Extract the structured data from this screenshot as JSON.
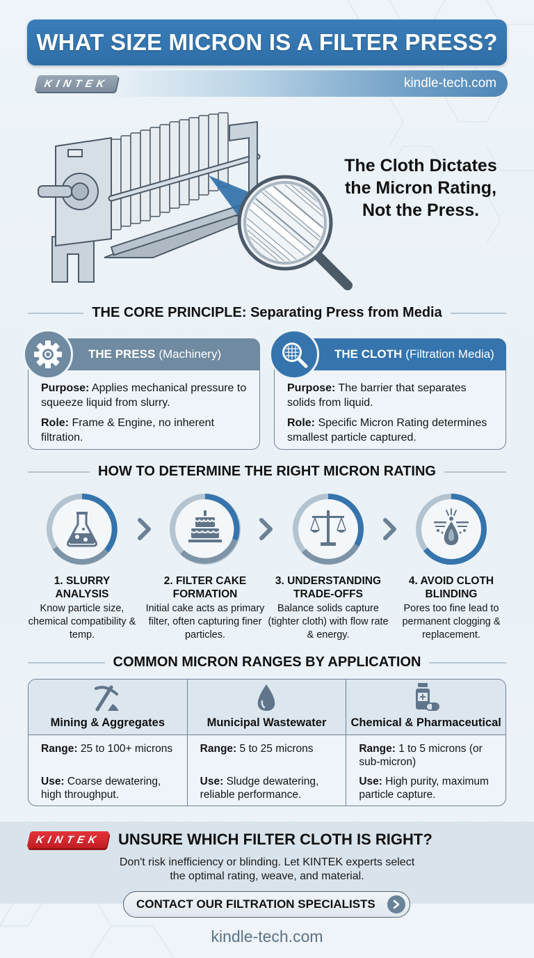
{
  "header": {
    "title": "WHAT SIZE MICRON IS A FILTER PRESS?",
    "brand": "KINTEK",
    "site": "kindle-tech.com"
  },
  "hero": {
    "image": "filter-press-with-magnifying-glass-illustration",
    "headline_line1": "The Cloth Dictates",
    "headline_line2": "the Micron Rating,",
    "headline_line3": "Not the Press."
  },
  "core_principle": {
    "heading": "THE CORE PRINCIPLE: Separating Press from Media",
    "cards": [
      {
        "icon": "gear-icon",
        "title_bold": "THE PRESS",
        "title_rest": "(Machinery)",
        "purpose_label": "Purpose:",
        "purpose_text": "Applies mechanical pressure to squeeze liquid from slurry.",
        "role_label": "Role:",
        "role_text": "Frame & Engine, no inherent filtration.",
        "color": "#6f8aa1"
      },
      {
        "icon": "magnifier-mesh-icon",
        "title_bold": "THE CLOTH",
        "title_rest": "(Filtration Media)",
        "purpose_label": "Purpose:",
        "purpose_text": "The barrier that separates solids from liquid.",
        "role_label": "Role:",
        "role_text": "Specific Micron Rating determines smallest particle captured.",
        "color": "#3574ad"
      }
    ]
  },
  "steps_section": {
    "heading": "HOW TO DETERMINE THE RIGHT MICRON RATING",
    "steps": [
      {
        "icon": "flask-icon",
        "title_line1": "1. SLURRY",
        "title_line2": "ANALYSIS",
        "text": "Know particle size, chemical compatibility & temp."
      },
      {
        "icon": "cake-icon",
        "title_line1": "2. FILTER CAKE",
        "title_line2": "FORMATION",
        "text": "Initial cake acts as primary filter, often capturing finer particles."
      },
      {
        "icon": "balance-scale-icon",
        "title_line1": "3. UNDERSTANDING",
        "title_line2": "TRADE-OFFS",
        "text": "Balance solids capture (tighter cloth) with flow rate & energy."
      },
      {
        "icon": "droplet-clog-icon",
        "title_line1": "4. AVOID CLOTH",
        "title_line2": "BLINDING",
        "text": "Pores too fine lead to permanent clogging & replacement."
      }
    ]
  },
  "applications": {
    "heading": "COMMON MICRON RANGES BY APPLICATION",
    "columns": [
      {
        "icon": "pickaxe-icon",
        "name": "Mining & Aggregates",
        "range_label": "Range:",
        "range": "25 to 100+ microns",
        "use_label": "Use:",
        "use": "Coarse dewatering, high throughput."
      },
      {
        "icon": "water-drop-icon",
        "name": "Municipal Wastewater",
        "range_label": "Range:",
        "range": "5 to 25 microns",
        "use_label": "Use:",
        "use": "Sludge dewatering, reliable performance."
      },
      {
        "icon": "medicine-bottle-icon",
        "name": "Chemical & Pharmaceutical",
        "range_label": "Range:",
        "range": "1 to 5 microns (or sub-micron)",
        "use_label": "Use:",
        "use": "High purity, maximum particle capture."
      }
    ]
  },
  "cta": {
    "brand": "KINTEK",
    "title": "UNSURE WHICH FILTER CLOTH IS RIGHT?",
    "text_line1": "Don't risk inefficiency or blinding. Let KINTEK experts select",
    "text_line2": "the optimal rating, weave, and material.",
    "button_label": "CONTACT OUR FILTRATION SPECIALISTS"
  },
  "footer": {
    "site": "kindle-tech.com"
  },
  "colors": {
    "primary_blue": "#3574ad",
    "slate": "#6f8aa1",
    "brand_red": "#d2262c",
    "background": "#eef4f9"
  }
}
